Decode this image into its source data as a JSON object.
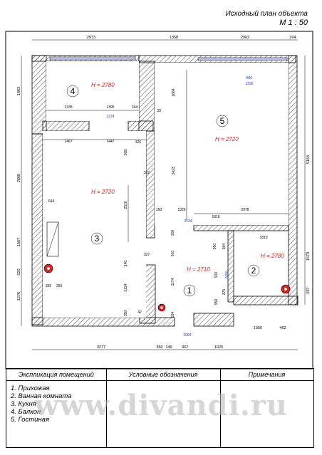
{
  "title": {
    "line1": "Исходный план объекта",
    "line2": "М 1 : 50"
  },
  "rooms": [
    {
      "num": "4",
      "height": "H = 2780"
    },
    {
      "num": "5",
      "height": "H = 2720"
    },
    {
      "num": "3",
      "height": "H = 2720"
    },
    {
      "num": "1",
      "height": "H = 2710"
    },
    {
      "num": "2",
      "height": "H = 2780"
    }
  ],
  "dims": {
    "top": [
      "2973",
      "1358",
      "2902",
      "204"
    ],
    "left": [
      "1863",
      "2660",
      "1567",
      "520",
      "1276"
    ],
    "right": [
      "5164",
      "1570",
      "597"
    ],
    "bottom": [
      "3277",
      "360",
      "149",
      "967",
      "1020",
      "1350",
      "462"
    ],
    "inner": [
      "1335",
      "1395",
      "244",
      "1467",
      "1447",
      "908",
      "326",
      "322",
      "2510",
      "644",
      "392",
      "250",
      "327",
      "140",
      "1224",
      "350",
      "42",
      "1684",
      "3423",
      "39",
      "150",
      "200",
      "1325",
      "1810",
      "2978",
      "1810",
      "950",
      "904",
      "910",
      "375",
      "950",
      "1174",
      "534",
      "910"
    ],
    "blue": [
      "880",
      "1390",
      "2274",
      "2134",
      "2090",
      "2084"
    ]
  },
  "legend": {
    "headers": [
      "Экспликация помещений",
      "Условные обозначения",
      "Примечания"
    ],
    "items": [
      "1. Прихожая",
      "2. Ванная комната",
      "3. Кухня",
      "4. Балкон",
      "5. Гостиная"
    ]
  },
  "watermark": "www.divandi.ru",
  "colors": {
    "room_height": "#e0201c",
    "blue_dim": "#1f3fbf",
    "riser": "#e0201c"
  }
}
